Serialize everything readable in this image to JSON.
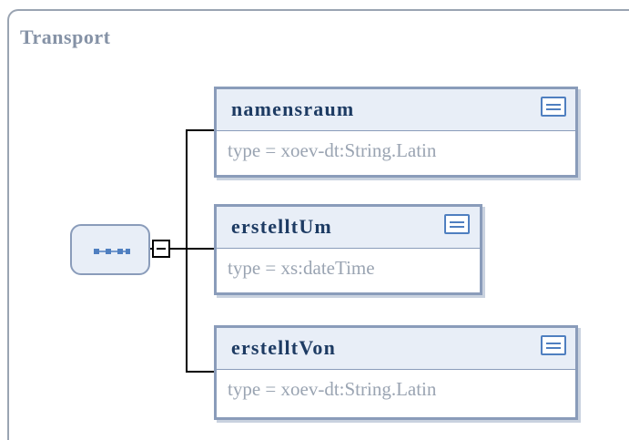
{
  "diagram": {
    "complex_type": {
      "name": "Transport"
    },
    "sequence": {
      "icon": "sequence-compositor-icon",
      "collapse_icon": "collapse-minus-icon"
    },
    "elements": [
      {
        "name": "namensraum",
        "type": "type = xoev-dt:String.Latin",
        "icon": "documentation-icon"
      },
      {
        "name": "erstelltUm",
        "type": "type = xs:dateTime",
        "icon": "documentation-icon"
      },
      {
        "name": "erstelltVon",
        "type": "type = xoev-dt:String.Latin",
        "icon": "documentation-icon"
      }
    ],
    "colors": {
      "box_border": "#8a9cba",
      "box_header": "#e8eef7",
      "element_name": "#1d3b63",
      "type_text": "#9aa4b2",
      "doc_icon": "#4f7fc0",
      "connector": "#000000"
    }
  }
}
